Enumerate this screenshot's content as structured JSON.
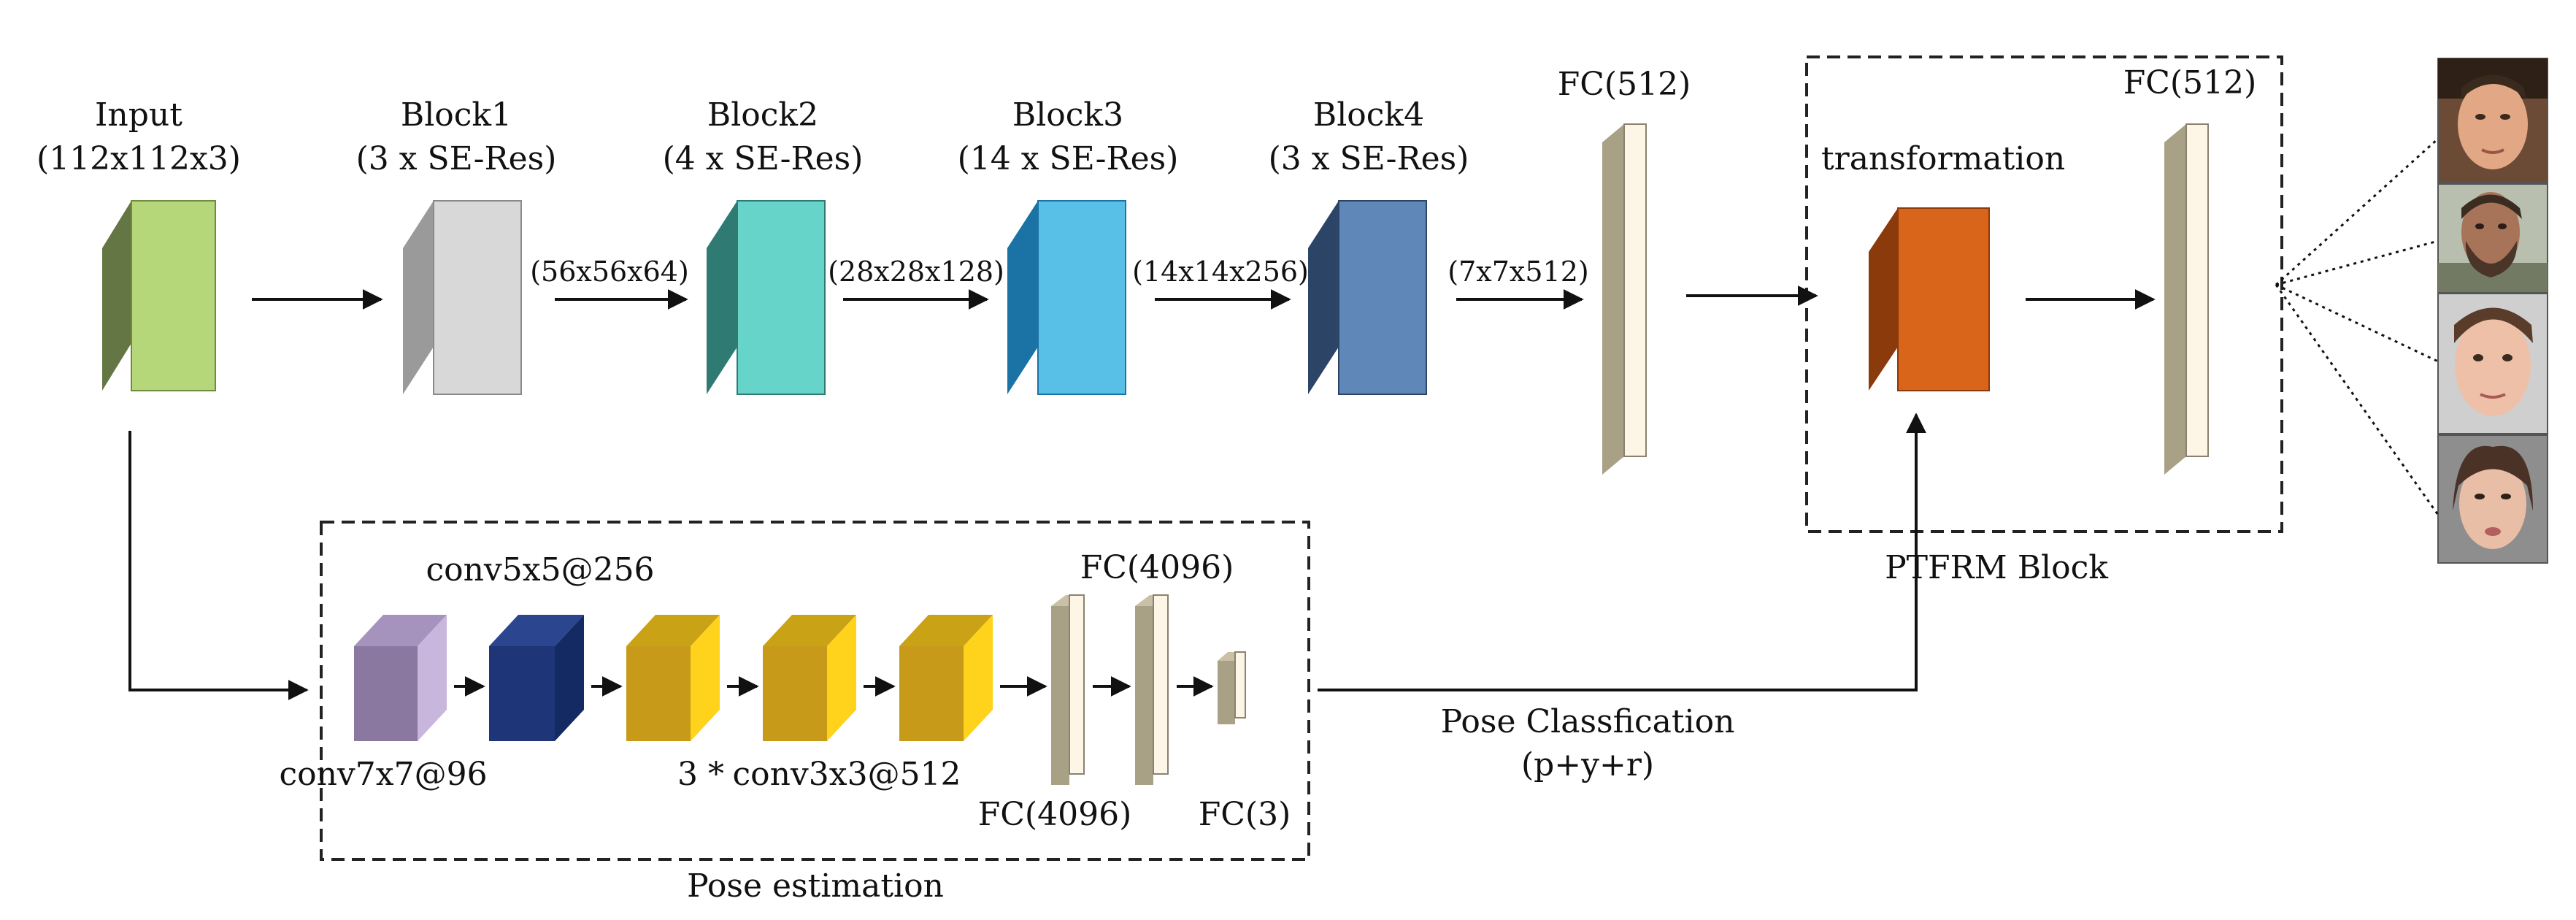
{
  "main_path": {
    "input": {
      "title": "Input",
      "dims": "(112x112x3)"
    },
    "block1": {
      "title": "Block1",
      "detail": "(3 x SE-Res)"
    },
    "block2": {
      "title": "Block2",
      "detail": "(4 x SE-Res)"
    },
    "block3": {
      "title": "Block3",
      "detail": "(14 x SE-Res)"
    },
    "block4": {
      "title": "Block4",
      "detail": "(3 x SE-Res)"
    },
    "fc_main": "FC(512)",
    "shapes": [
      "(56x56x64)",
      "(28x28x128)",
      "(14x14x256)",
      "(7x7x512)"
    ]
  },
  "ptfrm": {
    "transformation_label": "transformation",
    "fc_label": "FC(512)",
    "block_label": "PTFRM Block"
  },
  "pose": {
    "conv5_label": "conv5x5@256",
    "fc4096_top_label": "FC(4096)",
    "conv7_label": "conv7x7@96",
    "repeat_label": "3 *",
    "conv3_label": "conv3x3@512",
    "fc4096_bottom_label": "FC(4096)",
    "fc3_label": "FC(3)",
    "block_label": "Pose estimation",
    "classification_label": "Pose Classfication",
    "classification_formula": "(p+y+r)"
  },
  "colors": {
    "input": "#b5d77a",
    "block1": "#d8d8d8",
    "block2": "#66d4c8",
    "block3": "#58bfe6",
    "block4": "#5f87b7",
    "transformation": "#d8651a",
    "fc_bar": "#fdf6e6",
    "conv7": "#c8b6dc",
    "conv5": "#1e3577",
    "conv3": "#ffd21c"
  },
  "faces": [
    {
      "icon": "face-photo-man-short-hair"
    },
    {
      "icon": "face-photo-man-beard"
    },
    {
      "icon": "face-photo-young-man"
    },
    {
      "icon": "face-photo-woman"
    }
  ]
}
